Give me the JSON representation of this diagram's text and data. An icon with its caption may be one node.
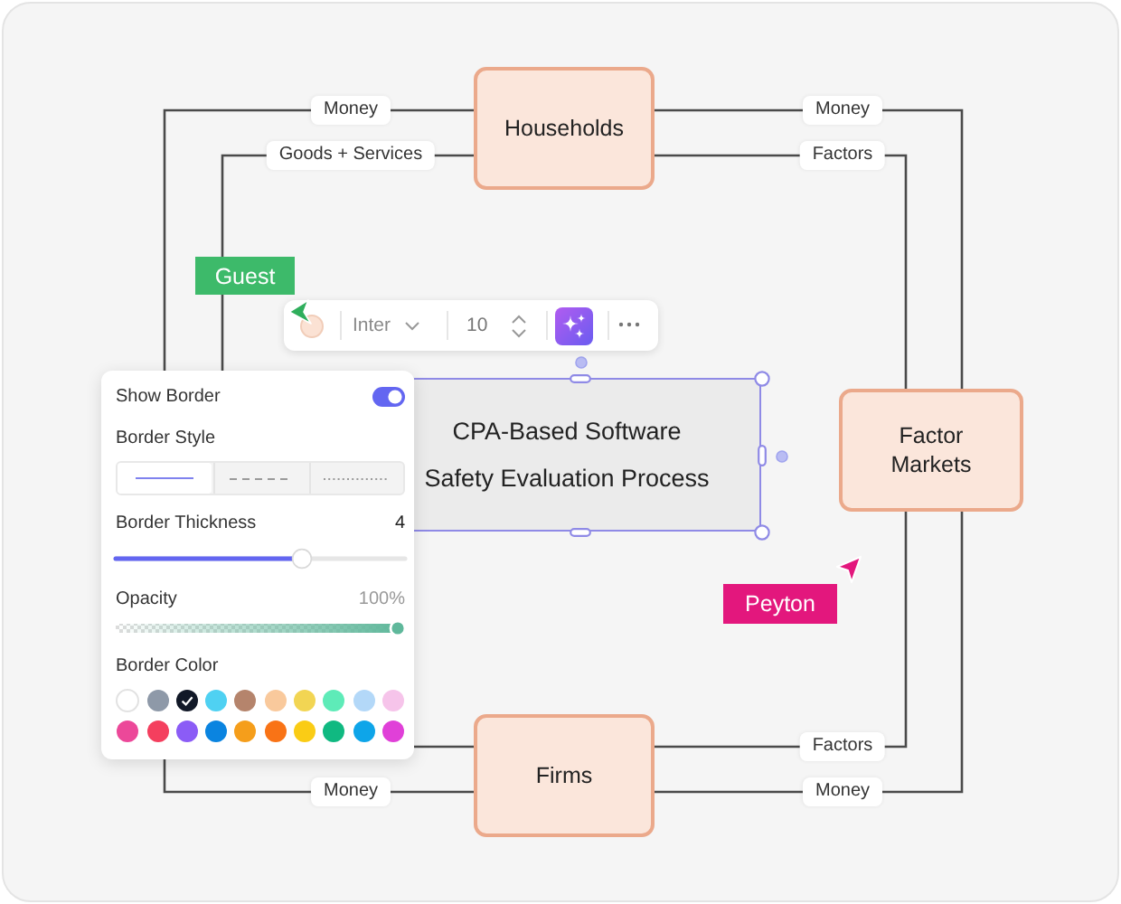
{
  "diagram": {
    "nodes": [
      {
        "text": [
          "Households"
        ]
      },
      {
        "text": [
          "CPA-Based Software Safety Evaluation Process"
        ]
      },
      {
        "text": [
          "Factor Markets"
        ]
      },
      {
        "text": [
          "Firms"
        ]
      }
    ],
    "edges": [
      {
        "from": 0,
        "to": 3,
        "arrow": "none",
        "label": "Money"
      },
      {
        "from": 0,
        "to": 3,
        "arrow": "none",
        "label": "Goods + Services"
      },
      {
        "from": 0,
        "to": 2,
        "arrow": "none",
        "label": "Money"
      },
      {
        "from": 0,
        "to": 2,
        "arrow": "none",
        "label": "Factors"
      },
      {
        "from": 2,
        "to": 3,
        "arrow": "none",
        "label": "Factors"
      },
      {
        "from": 2,
        "to": 3,
        "arrow": "none",
        "label": "Money"
      }
    ],
    "labels": [
      "Guest",
      "Inter",
      "10",
      "Show Border",
      "Border Style",
      "Border Thickness",
      "4",
      "Opacity",
      "100%",
      "Peyton",
      "Border Color",
      "Money"
    ]
  }
}
